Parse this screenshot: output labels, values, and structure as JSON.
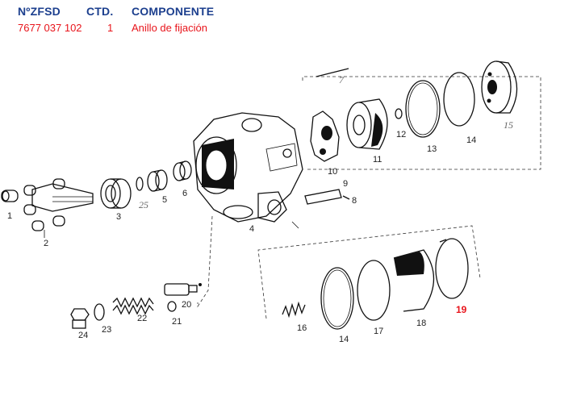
{
  "table": {
    "headers": {
      "code": "NºZFSD",
      "qty": "CTD.",
      "component": "COMPONENTE"
    },
    "row": {
      "code": "7677 037 102",
      "qty": "1",
      "component": "Anillo de fijación"
    }
  },
  "diagram": {
    "labels": {
      "p1": "1",
      "p2": "2",
      "p3": "3",
      "p4": "4",
      "p5": "5",
      "p6": "6",
      "p7": "7",
      "p8": "8",
      "p9": "9",
      "p10": "10",
      "p11": "11",
      "p12": "12",
      "p13": "13",
      "p14a": "14",
      "p15": "15",
      "p14b": "14",
      "p16": "16",
      "p17": "17",
      "p18": "18",
      "p19": "19",
      "p20": "20",
      "p21": "21",
      "p22": "22",
      "p23": "23",
      "p24": "24",
      "p25": "25"
    },
    "highlighted_part": "19",
    "highlight_color": "#e8141b",
    "header_color": "#1c3f8e"
  }
}
